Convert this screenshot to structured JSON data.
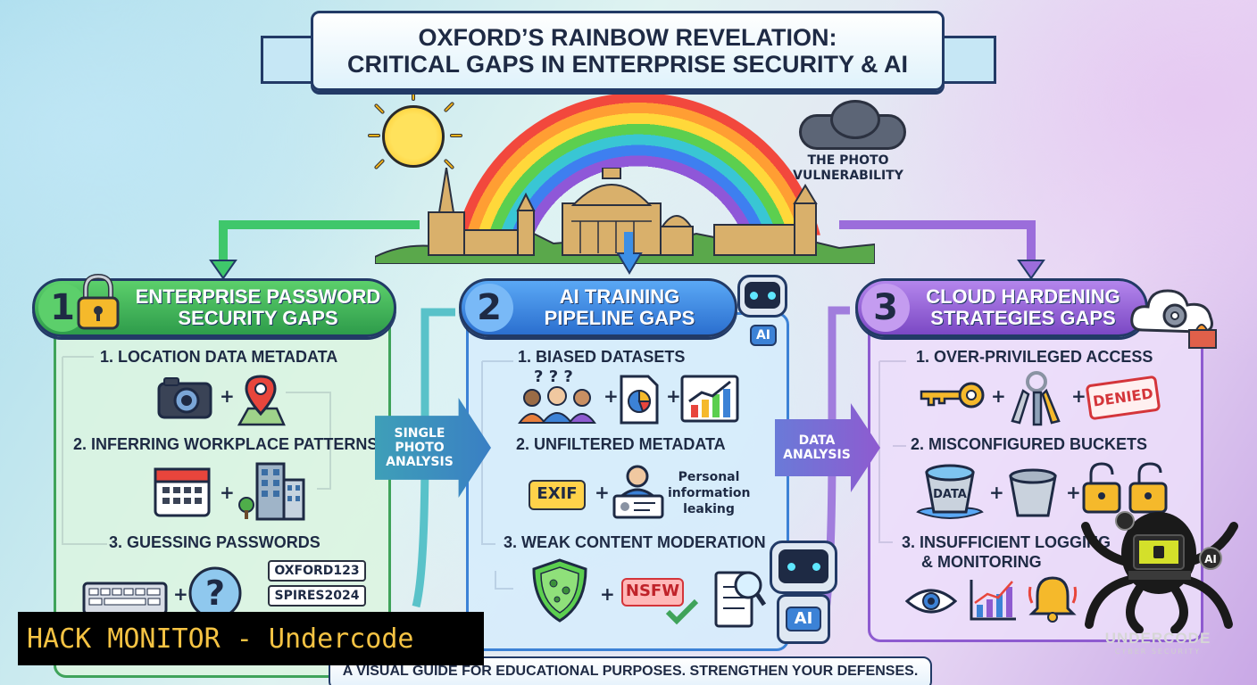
{
  "title": {
    "line1": "Oxford’s Rainbow Revelation:",
    "line2": "Critical Gaps in Enterprise Security & AI"
  },
  "scene": {
    "photo_vulnerability": "The Photo Vulnerability"
  },
  "panels": [
    {
      "number": "1",
      "title_line1": "Enterprise Password",
      "title_line2": "Security Gaps",
      "color": "#3fa35a",
      "items": [
        "1. Location Data Metadata",
        "2. Inferring Workplace Patterns",
        "3. Guessing Passwords"
      ],
      "password_examples": [
        "OXFORD123",
        "SPIRES2024"
      ]
    },
    {
      "number": "2",
      "title_line1": "AI Training",
      "title_line2": "Pipeline Gaps",
      "color": "#3c82d6",
      "items": [
        "1. Biased Datasets",
        "2. Unfiltered Metadata",
        "3. Weak Content Moderation"
      ],
      "exif_label": "EXIF",
      "pii_label": "Personal information leaking",
      "nsfw_label": "NSFW",
      "ai_badge": "AI"
    },
    {
      "number": "3",
      "title_line1": "Cloud Hardening",
      "title_line2": "Strategies Gaps",
      "color": "#8e5bd0",
      "items": [
        "1. Over-Privileged Access",
        "2. Misconfigured Buckets",
        "3. Insufficient Logging",
        "& Monitoring"
      ],
      "denied_label": "Denied",
      "data_label": "DATA"
    }
  ],
  "flow": {
    "single_photo": [
      "Single",
      "Photo",
      "Analysis"
    ],
    "data_analysis": [
      "Data",
      "Analysis"
    ]
  },
  "footer": "A visual guide for educational purposes. Strengthen your defenses.",
  "watermark": "HACK MONITOR - Undercode",
  "logo": {
    "name": "UNDERCODE",
    "sub": "CYBER SECURITY",
    "ai_tag": "AI"
  },
  "colors": {
    "green": "#3fa35a",
    "blue": "#3c82d6",
    "purple": "#8e5bd0",
    "navy": "#223a66",
    "watermark_text": "#f5c343"
  }
}
